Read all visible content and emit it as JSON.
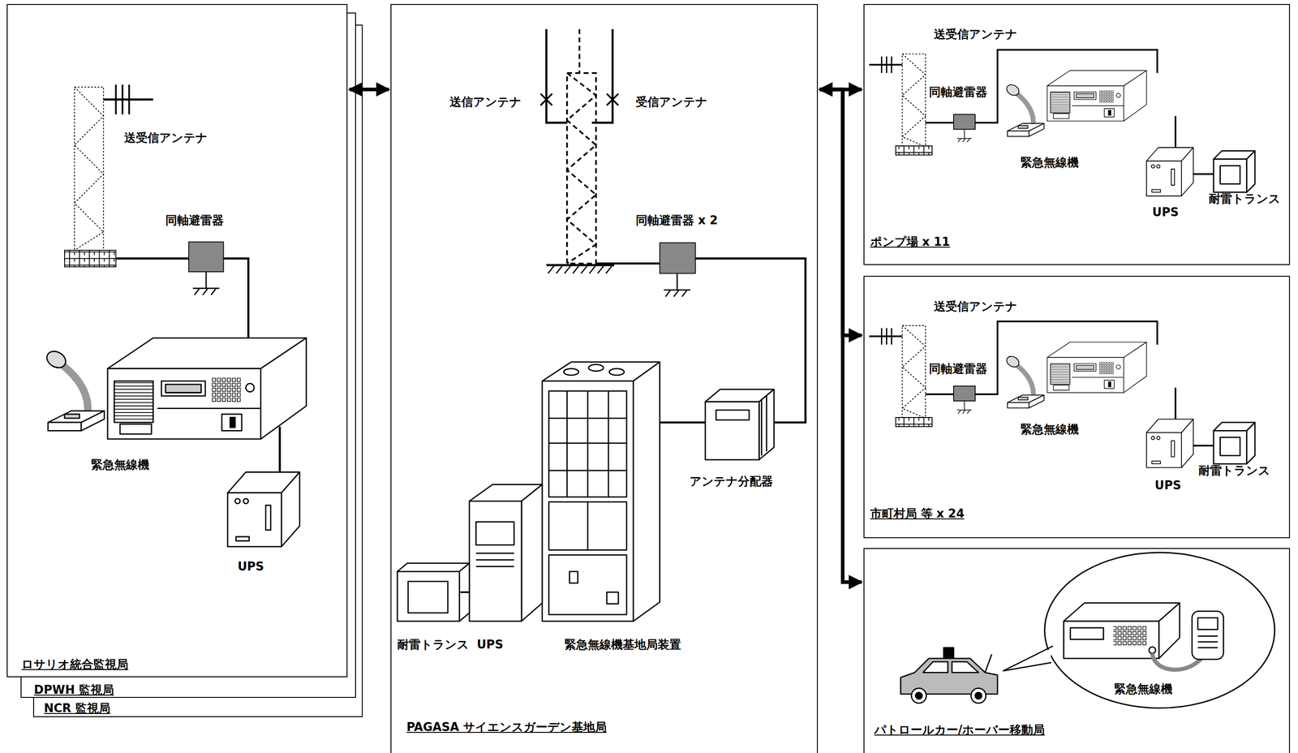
{
  "diagram": {
    "nodes": [
      {
        "text": [
          "ロサリオ統合監視局"
        ]
      },
      {
        "text": [
          "DPWH 監視局"
        ]
      },
      {
        "text": [
          "NCR 監視局"
        ]
      },
      {
        "text": [
          "PAGASA サイエンスガーデン基地局"
        ]
      },
      {
        "text": [
          "ポンプ場 x 11"
        ]
      },
      {
        "text": [
          "市町村局 等 x 24"
        ]
      },
      {
        "text": [
          "パトロールカー/ホーバー移動局"
        ]
      },
      {
        "text": [
          "緊急無線機"
        ],
        "in": 6
      }
    ],
    "edges": [
      {
        "from": 0,
        "to": 3,
        "arrow": "both"
      },
      {
        "from": 3,
        "to": 4,
        "arrow": "both"
      },
      {
        "from": 3,
        "to": 5,
        "arrow": "both"
      },
      {
        "from": 3,
        "to": 6,
        "arrow": "both"
      }
    ],
    "labels": [
      "送受信アンテナ",
      "同軸避雷器",
      "緊急無線機",
      "UPS",
      "送信アンテナ",
      "受信アンテナ",
      "同軸避雷器 x 2",
      "アンテナ分配器",
      "耐雷トランス",
      "UPS",
      "緊急無線機基地局装置",
      "送受信アンテナ",
      "同軸避雷器",
      "緊急無線機",
      "UPS",
      "耐雷トランス",
      "送受信アンテナ",
      "同軸避雷器",
      "緊急無線機",
      "耐雷トランス",
      "UPS"
    ]
  }
}
